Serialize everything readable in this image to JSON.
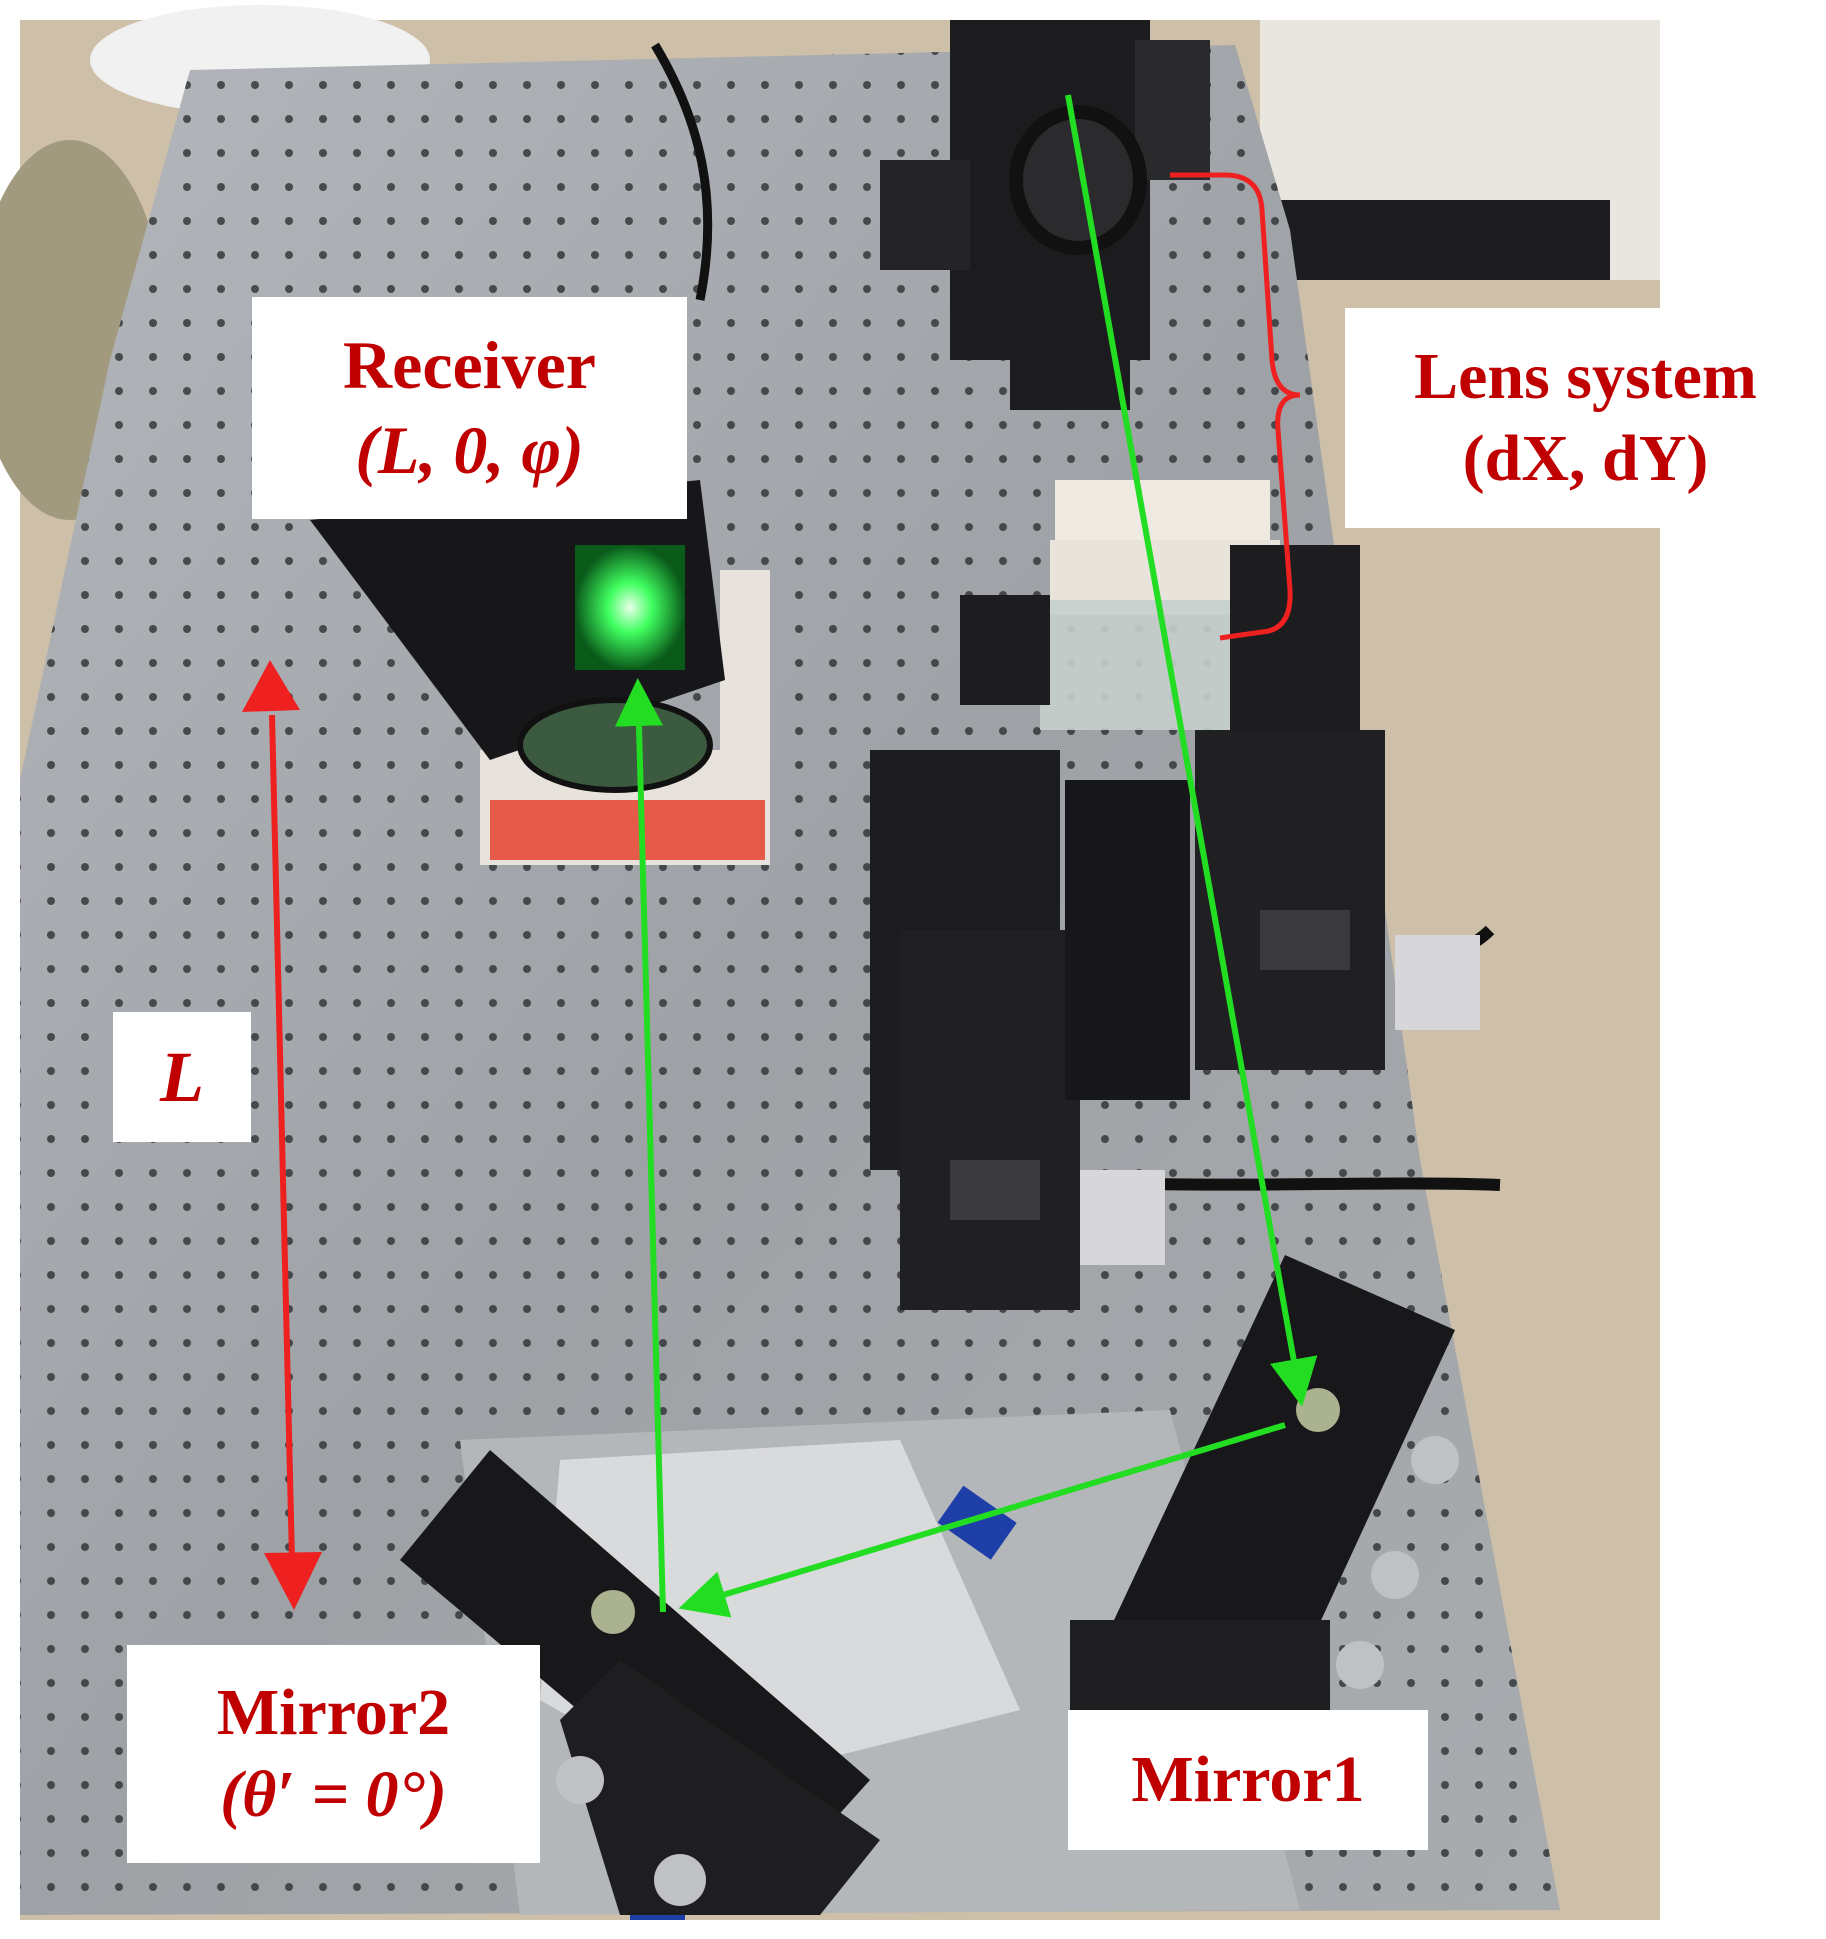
{
  "colors": {
    "label_text": "#c00000",
    "beam": "#22dd22",
    "arrow_red": "#ee2020",
    "table": "#9ea2a6",
    "hole": "#2e3134",
    "equipment": "#1c1c1e",
    "background_floor": "#cdbfa8"
  },
  "labels": {
    "receiver": {
      "name": "Receiver",
      "coords": "(L, 0, φ)"
    },
    "lens_system": {
      "name": "Lens system",
      "coords": "(dX, dY)"
    },
    "distance": {
      "symbol": "L"
    },
    "mirror2": {
      "name": "Mirror2",
      "angle": "(θ′ = 0°)"
    },
    "mirror1": {
      "name": "Mirror1"
    }
  }
}
